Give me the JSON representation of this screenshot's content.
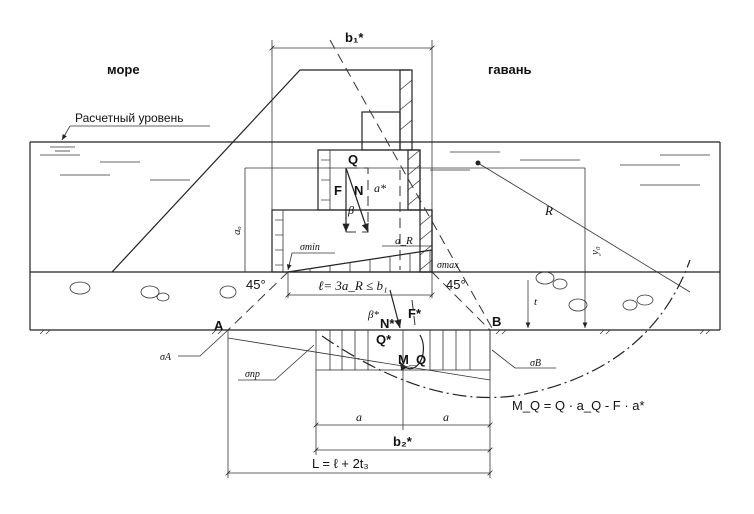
{
  "labels": {
    "sea": "море",
    "harbor": "гавань",
    "design_level": "Расчетный уровень",
    "b1_star": "b₁*",
    "Q": "Q",
    "F": "F",
    "N": "N",
    "a_star": "a*",
    "beta": "β",
    "a_o": "aₒ",
    "a_R": "a_R",
    "sigma_min": "σmin",
    "sigma_max": "σmax",
    "angle_left": "45°",
    "angle_right": "45°",
    "ell_formula": "ℓ= 3a_R ≤ b₁",
    "beta_star": "β*",
    "N_star": "N*",
    "F_star": "F*",
    "Q_star": "Q*",
    "M_Q": "M_Q",
    "point_A": "A",
    "point_B": "B",
    "sigma_A": "σA",
    "sigma_B": "σB",
    "sigma_pr": "σпр",
    "R": "R",
    "y0": "y₀",
    "t": "t",
    "a_left": "a",
    "a_right": "a",
    "b2_star": "b₂*",
    "L_formula": "L = ℓ + 2t₃",
    "moment_formula": "M_Q = Q · a_Q - F · a*"
  }
}
